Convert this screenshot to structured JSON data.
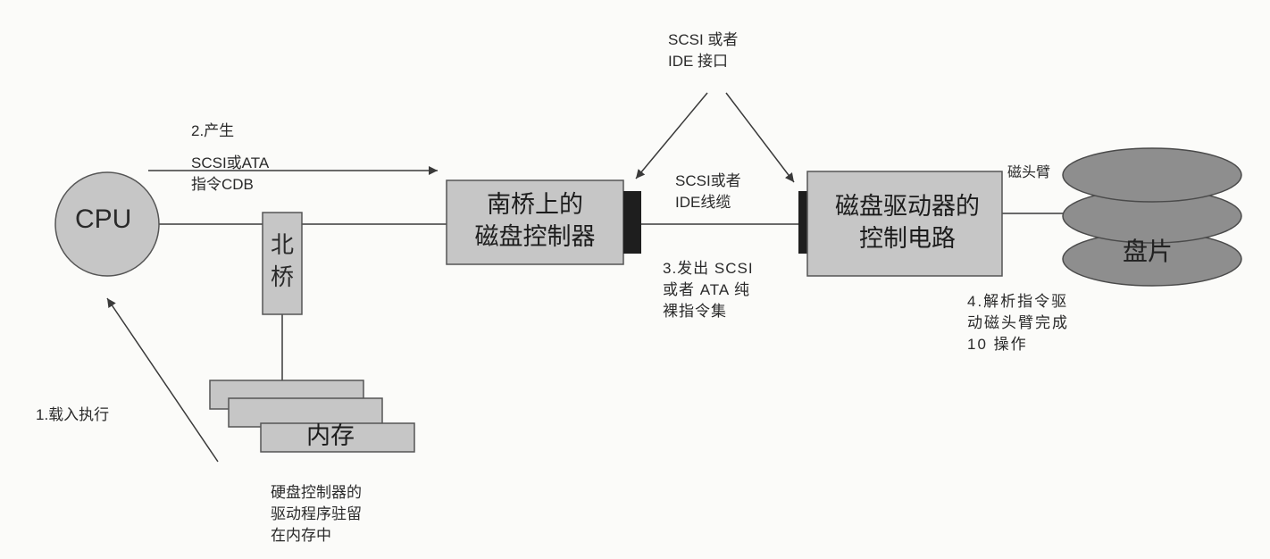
{
  "colors": {
    "box_fill": "#c6c6c6",
    "box_stroke": "#555555",
    "platter_fill": "#8e8e8e",
    "connector_fill": "#1e1e1e",
    "line": "#3a3a3a"
  },
  "nodes": {
    "cpu": "CPU",
    "north_bridge": "北桥",
    "south_bridge_controller": [
      "南桥上的",
      "磁盘控制器"
    ],
    "drive_control_circuit": [
      "磁盘驱动器的",
      "控制电路"
    ],
    "platters": "盘片",
    "memory": "内存"
  },
  "labels": {
    "step1": "1.载入执行",
    "step2": [
      "2.产生",
      "SCSI或ATA",
      "指令CDB"
    ],
    "interface": [
      "SCSI 或者",
      "IDE 接口"
    ],
    "cable": [
      "SCSI或者",
      "IDE线缆"
    ],
    "step3": [
      "3.发出 SCSI",
      "或者 ATA 纯",
      "裸指令集"
    ],
    "arm": "磁头臂",
    "step4": [
      "4.解析指令驱",
      "动磁头臂完成",
      "10 操作"
    ],
    "driver_note": [
      "硬盘控制器的",
      "驱动程序驻留",
      "在内存中"
    ]
  }
}
